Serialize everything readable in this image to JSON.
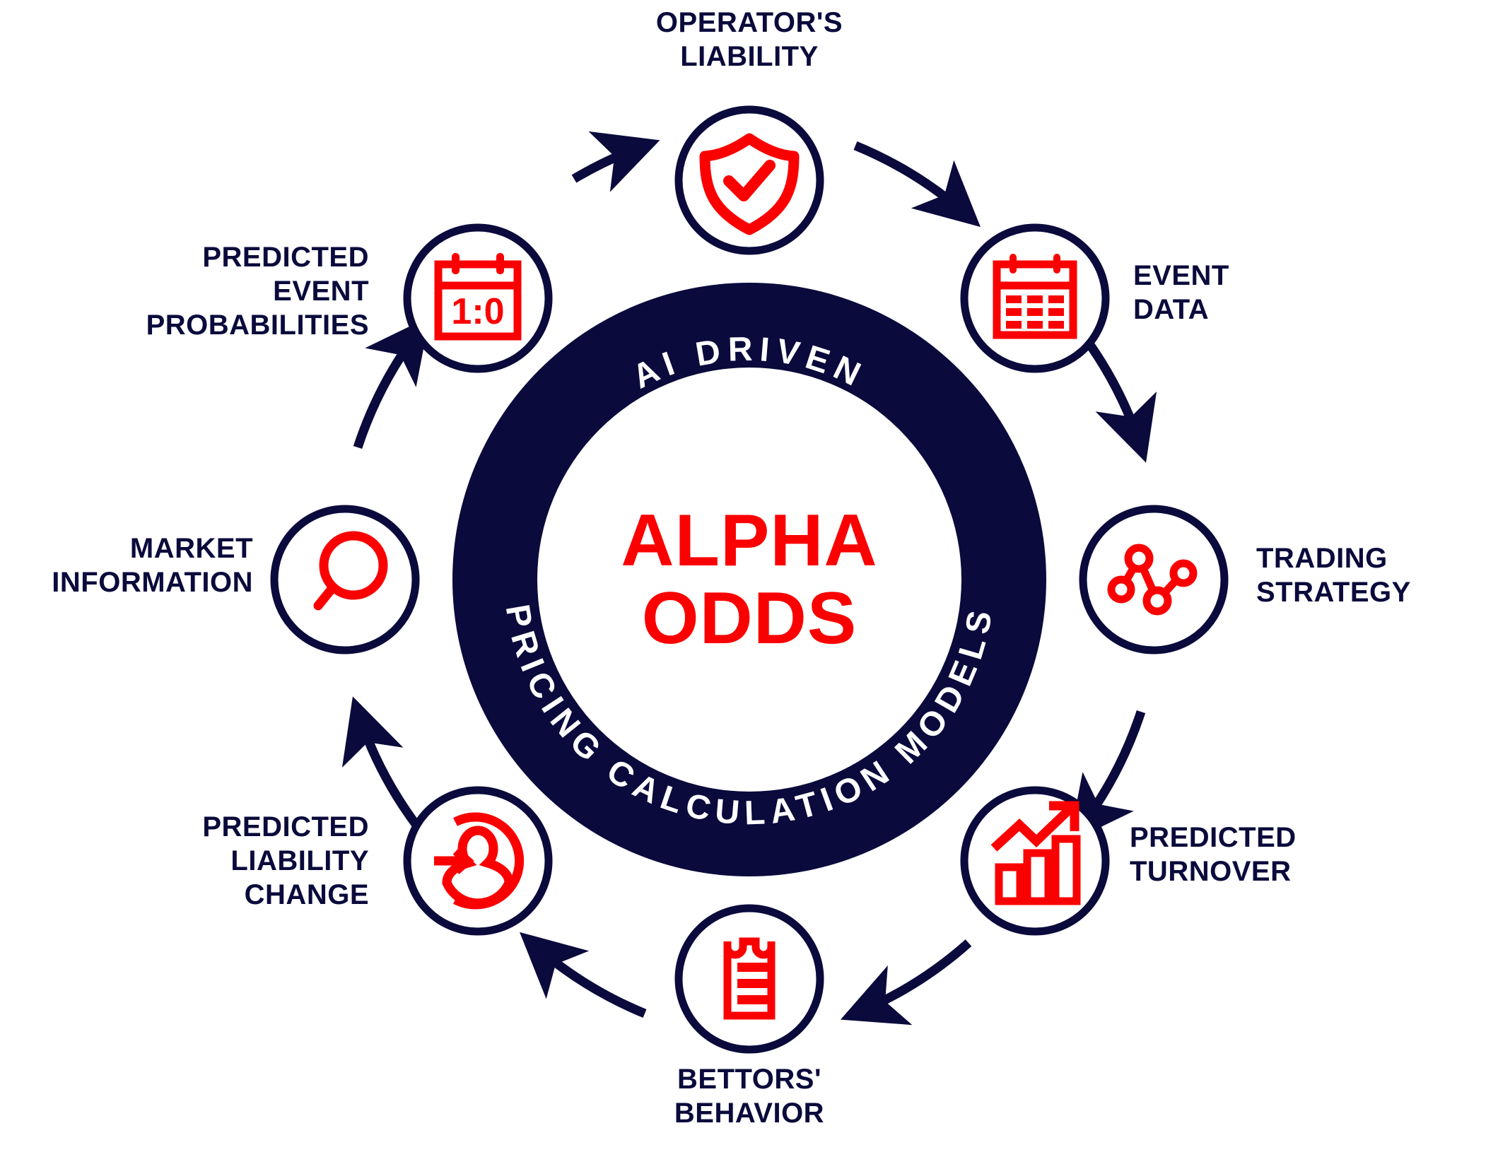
{
  "diagram": {
    "type": "circular-cycle",
    "background_color": "#ffffff",
    "ring_color": "#0a0a3c",
    "accent_color": "#fb0000",
    "label_color": "#0a0a3c",
    "center": {
      "line1": "ALPHA",
      "line2": "ODDS"
    },
    "ring_labels": {
      "top": "AI DRIVEN",
      "bottom": "PRICING CALCULATION MODELS"
    },
    "nodes": [
      {
        "id": "operators-liability",
        "label": "OPERATOR'S LIABILITY",
        "label_line1": "OPERATOR'S",
        "label_line2": "LIABILITY",
        "icon": "shield-check-icon",
        "position": "top",
        "angle_deg": 270
      },
      {
        "id": "event-data",
        "label": "EVENT DATA",
        "label_line1": "EVENT",
        "label_line2": "DATA",
        "icon": "calendar-grid-icon",
        "position": "upper-right",
        "angle_deg": 315
      },
      {
        "id": "trading-strategy",
        "label": "TRADING STRATEGY",
        "label_line1": "TRADING",
        "label_line2": "STRATEGY",
        "icon": "line-chart-nodes-icon",
        "position": "right",
        "angle_deg": 0
      },
      {
        "id": "predicted-turnover",
        "label": "PREDICTED TURNOVER",
        "label_line1": "PREDICTED",
        "label_line2": "TURNOVER",
        "icon": "bar-chart-growth-icon",
        "position": "lower-right",
        "angle_deg": 45
      },
      {
        "id": "bettors-behavior",
        "label": "BETTORS' BEHAVIOR",
        "label_line1": "BETTORS'",
        "label_line2": "BEHAVIOR",
        "icon": "bet-slip-icon",
        "position": "bottom",
        "angle_deg": 90
      },
      {
        "id": "predicted-liability-change",
        "label": "PREDICTED LIABILITY CHANGE",
        "label_line1": "PREDICTED",
        "label_line2": "LIABILITY",
        "label_line3": "CHANGE",
        "icon": "user-enter-icon",
        "position": "lower-left",
        "angle_deg": 135
      },
      {
        "id": "market-information",
        "label": "MARKET INFORMATION",
        "label_line1": "MARKET",
        "label_line2": "INFORMATION",
        "icon": "magnifier-icon",
        "position": "left",
        "angle_deg": 180
      },
      {
        "id": "predicted-event-probabilities",
        "label": "PREDICTED EVENT PROBABILITIES",
        "label_line1": "PREDICTED",
        "label_line2": "EVENT",
        "label_line3": "PROBABILITIES",
        "icon": "calendar-score-icon",
        "icon_text": "1:0",
        "position": "upper-left",
        "angle_deg": 225
      }
    ],
    "flow_direction": "clockwise",
    "arrow_count": 8
  }
}
